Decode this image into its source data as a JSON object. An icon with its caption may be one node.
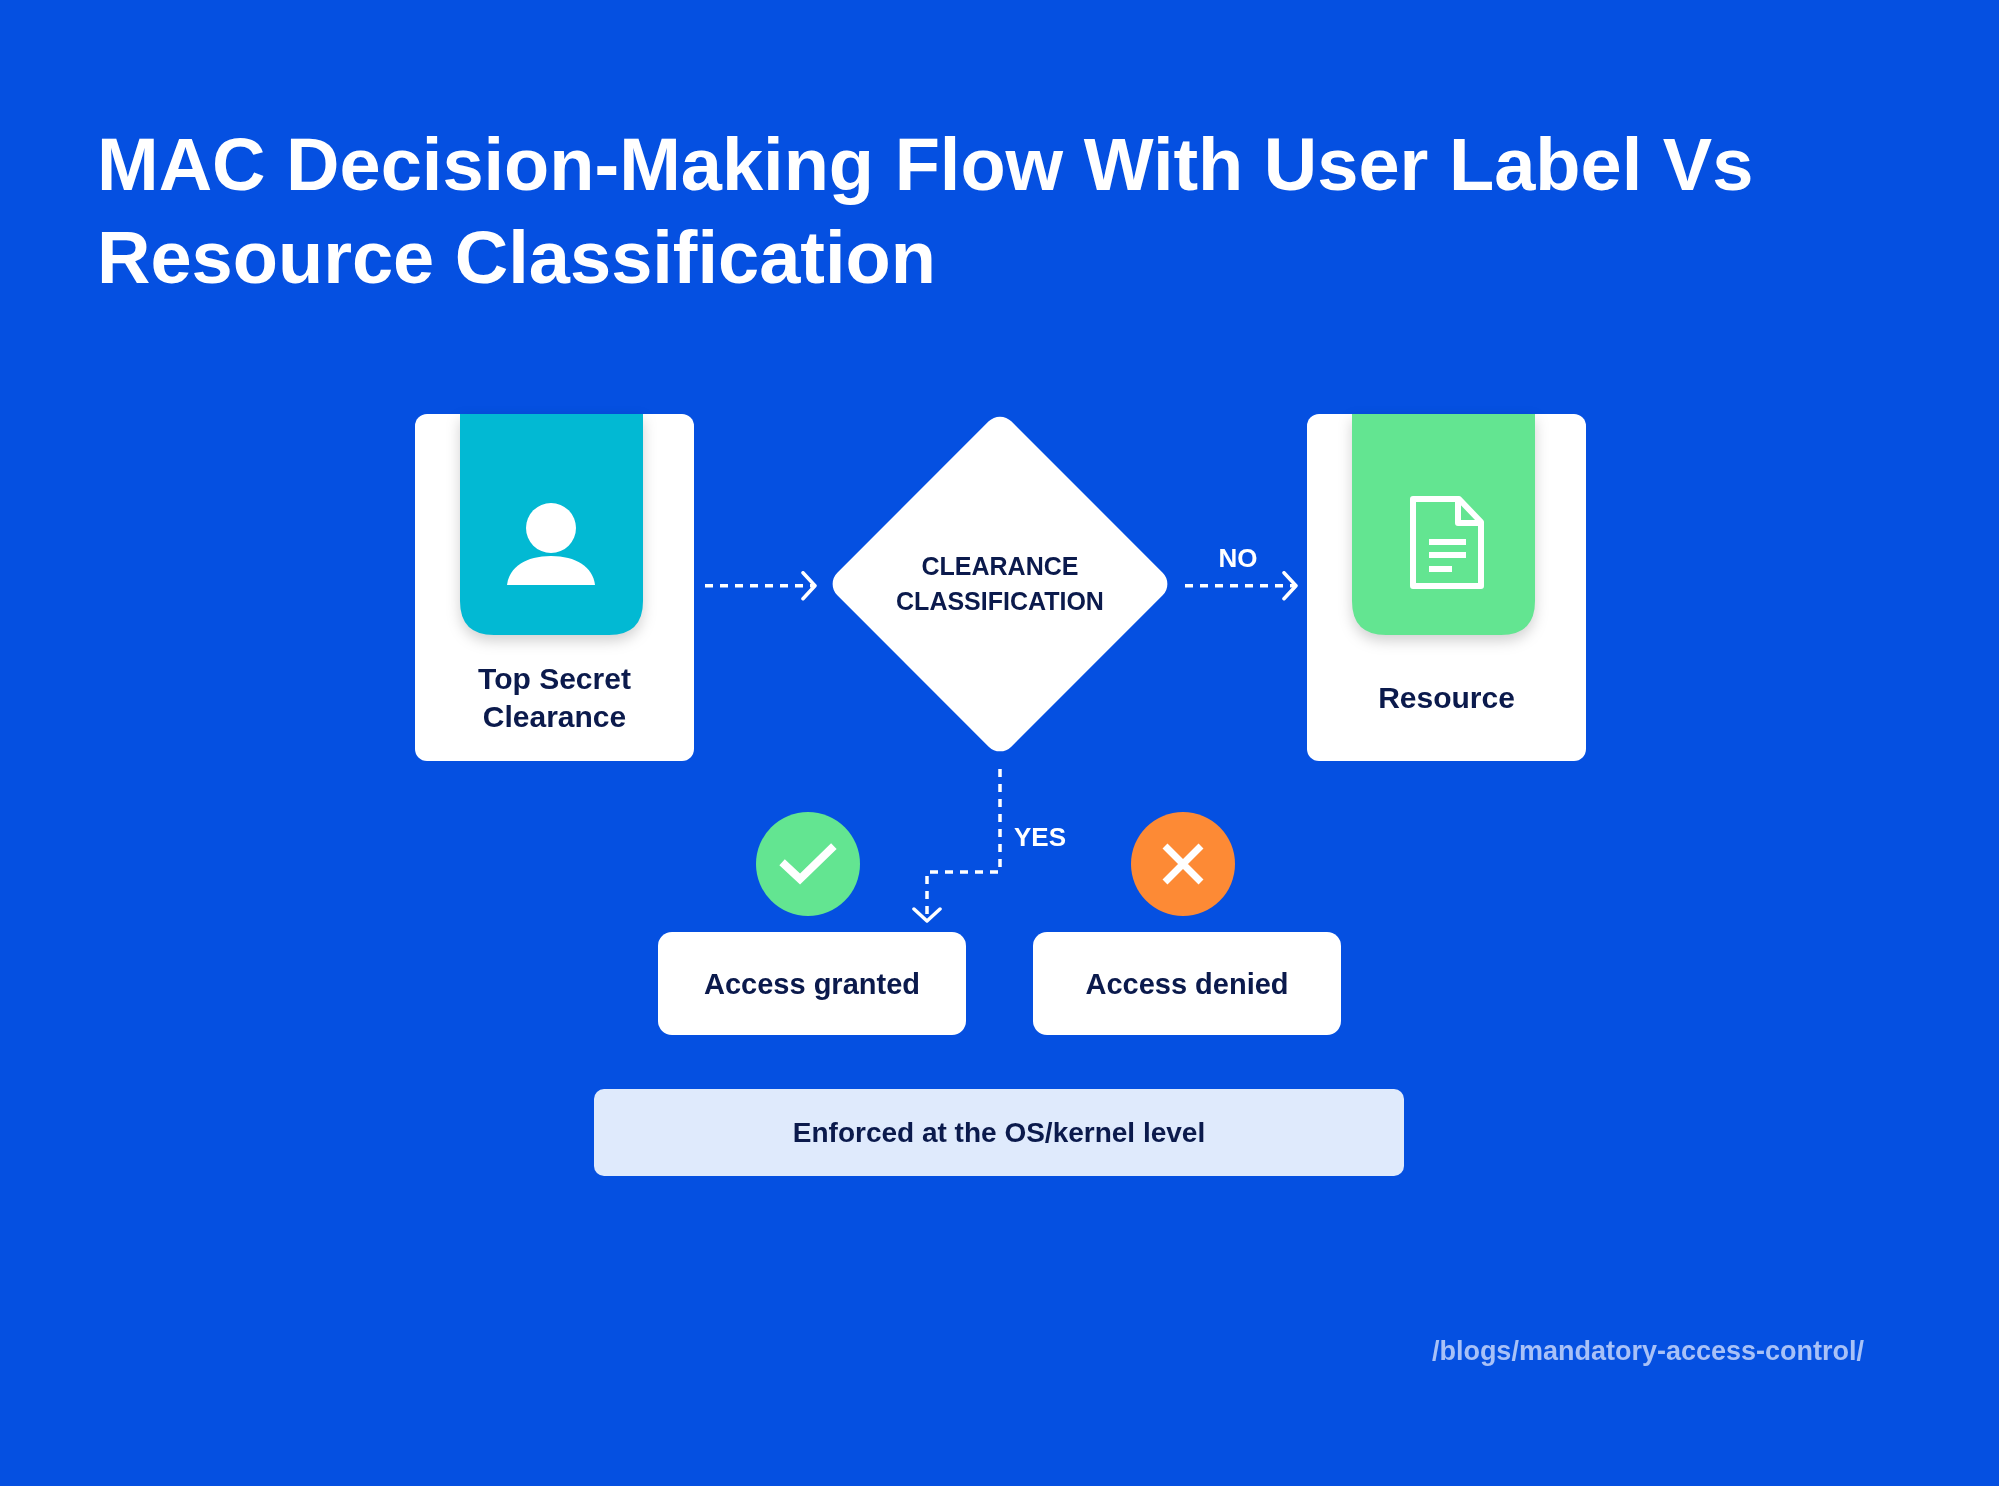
{
  "diagram": {
    "title": "MAC Decision-Making Flow With User Label Vs Resource Classification",
    "nodes": [
      {
        "text": [
          "Top Secret Clearance"
        ]
      },
      {
        "text": [
          "CLEARANCE CLASSIFICATION"
        ]
      },
      {
        "text": [
          "Resource"
        ]
      },
      {
        "text": [
          "Access granted"
        ]
      },
      {
        "text": [
          "Access denied"
        ]
      },
      {
        "text": [
          "Enforced at the OS/kernel level"
        ]
      }
    ],
    "edges": [
      {
        "from": 0,
        "to": 1,
        "arrow": "to",
        "style": "dashed"
      },
      {
        "from": 1,
        "to": 2,
        "arrow": "to",
        "label": "NO",
        "style": "dashed"
      },
      {
        "from": 1,
        "to": 3,
        "arrow": "to",
        "label": "YES",
        "style": "dashed"
      }
    ],
    "labels": [
      "/blogs/mandatory-access-control/"
    ]
  }
}
